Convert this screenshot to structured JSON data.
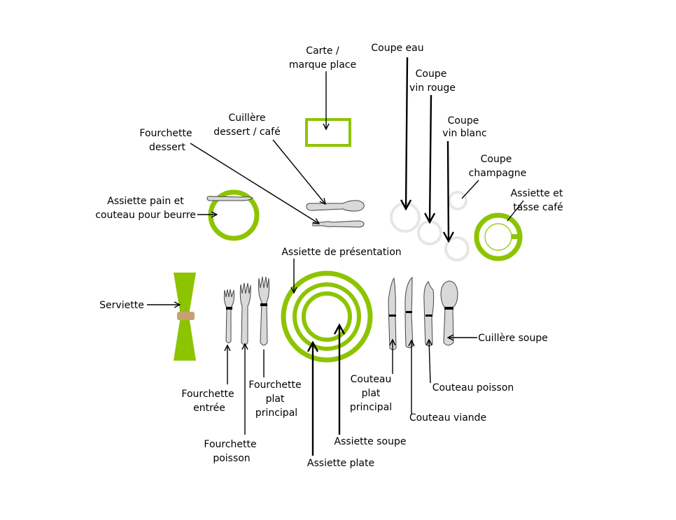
{
  "labels": {
    "carte": [
      "Carte /",
      "marque place"
    ],
    "coupe_eau": "Coupe eau",
    "coupe_vin_rouge": [
      "Coupe",
      "vin rouge"
    ],
    "coupe_vin_blanc": [
      "Coupe",
      "vin blanc"
    ],
    "coupe_champagne": [
      "Coupe",
      "champagne"
    ],
    "assiette_tasse_cafe": [
      "Assiette et",
      "tasse café"
    ],
    "cuillere_dessert": [
      "Cuillère",
      "dessert / café"
    ],
    "fourchette_dessert": [
      "Fourchette",
      "dessert"
    ],
    "assiette_pain": [
      "Assiette pain et",
      "couteau pour beurre"
    ],
    "assiette_presentation": "Assiette de présentation",
    "serviette": "Serviette",
    "fourchette_entree": [
      "Fourchette",
      "entrée"
    ],
    "fourchette_poisson": [
      "Fourchette",
      "poisson"
    ],
    "fourchette_plat": [
      "Fourchette",
      "plat",
      "principal"
    ],
    "assiette_plate": "Assiette plate",
    "assiette_soupe": "Assiette soupe",
    "couteau_plat": [
      "Couteau",
      "plat",
      "principal"
    ],
    "couteau_viande": "Couteau viande",
    "couteau_poisson": "Couteau poisson",
    "cuillere_soupe": "Cuillère soupe"
  },
  "colors": {
    "accent": "#8dc400",
    "plate_fill": "#f0fff8",
    "glass": "#e6e6e6",
    "napkin_ring": "#c8a070"
  }
}
